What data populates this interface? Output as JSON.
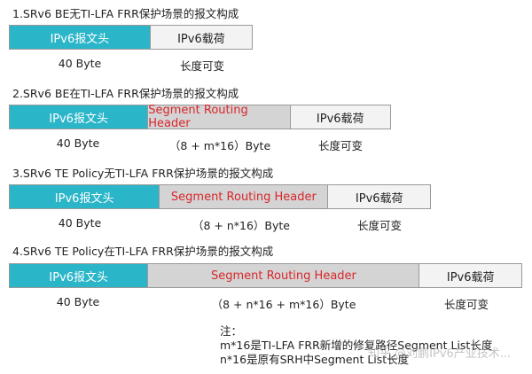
{
  "colors": {
    "ipv6_header": "#2bb5c8",
    "srh": "#d4d4d4",
    "srh_text": "#d9262b",
    "payload": "#f3f3f3"
  },
  "rows": [
    {
      "title": "1.SRv6 BE无TI-LFA FRR保护场景的报文构成",
      "header": "IPv6报文头",
      "payload": "IPv6载荷",
      "header_size": "40 Byte",
      "payload_size": "长度可变"
    },
    {
      "title": "2.SRv6 BE在TI-LFA FRR保护场景的报文构成",
      "header": "IPv6报文头",
      "srh": "Segment Routing Header",
      "payload": "IPv6载荷",
      "header_size": "40 Byte",
      "srh_size": "（8 + m*16）Byte",
      "payload_size": "长度可变"
    },
    {
      "title": "3.SRv6 TE Policy无TI-LFA FRR保护场景的报文构成",
      "header": "IPv6报文头",
      "srh": "Segment Routing Header",
      "payload": "IPv6载荷",
      "header_size": "40 Byte",
      "srh_size": "（8 + n*16）Byte",
      "payload_size": "长度可变"
    },
    {
      "title": "4.SRv6 TE Policy在TI-LFA FRR保护场景的报文构成",
      "header": "IPv6报文头",
      "srh": "Segment Routing Header",
      "payload": "IPv6载荷",
      "header_size": "40 Byte",
      "srh_size": "（8 + n*16 + m*16）Byte",
      "payload_size": "长度可变"
    }
  ],
  "note": {
    "title": "注：",
    "line1": "m*16是TI-LFA FRR新增的修复路径Segment List长度",
    "line2": "n*16是原有SRH中Segment List长度"
  },
  "watermark": "知乎 @刘鹏IPv6产业技术..."
}
